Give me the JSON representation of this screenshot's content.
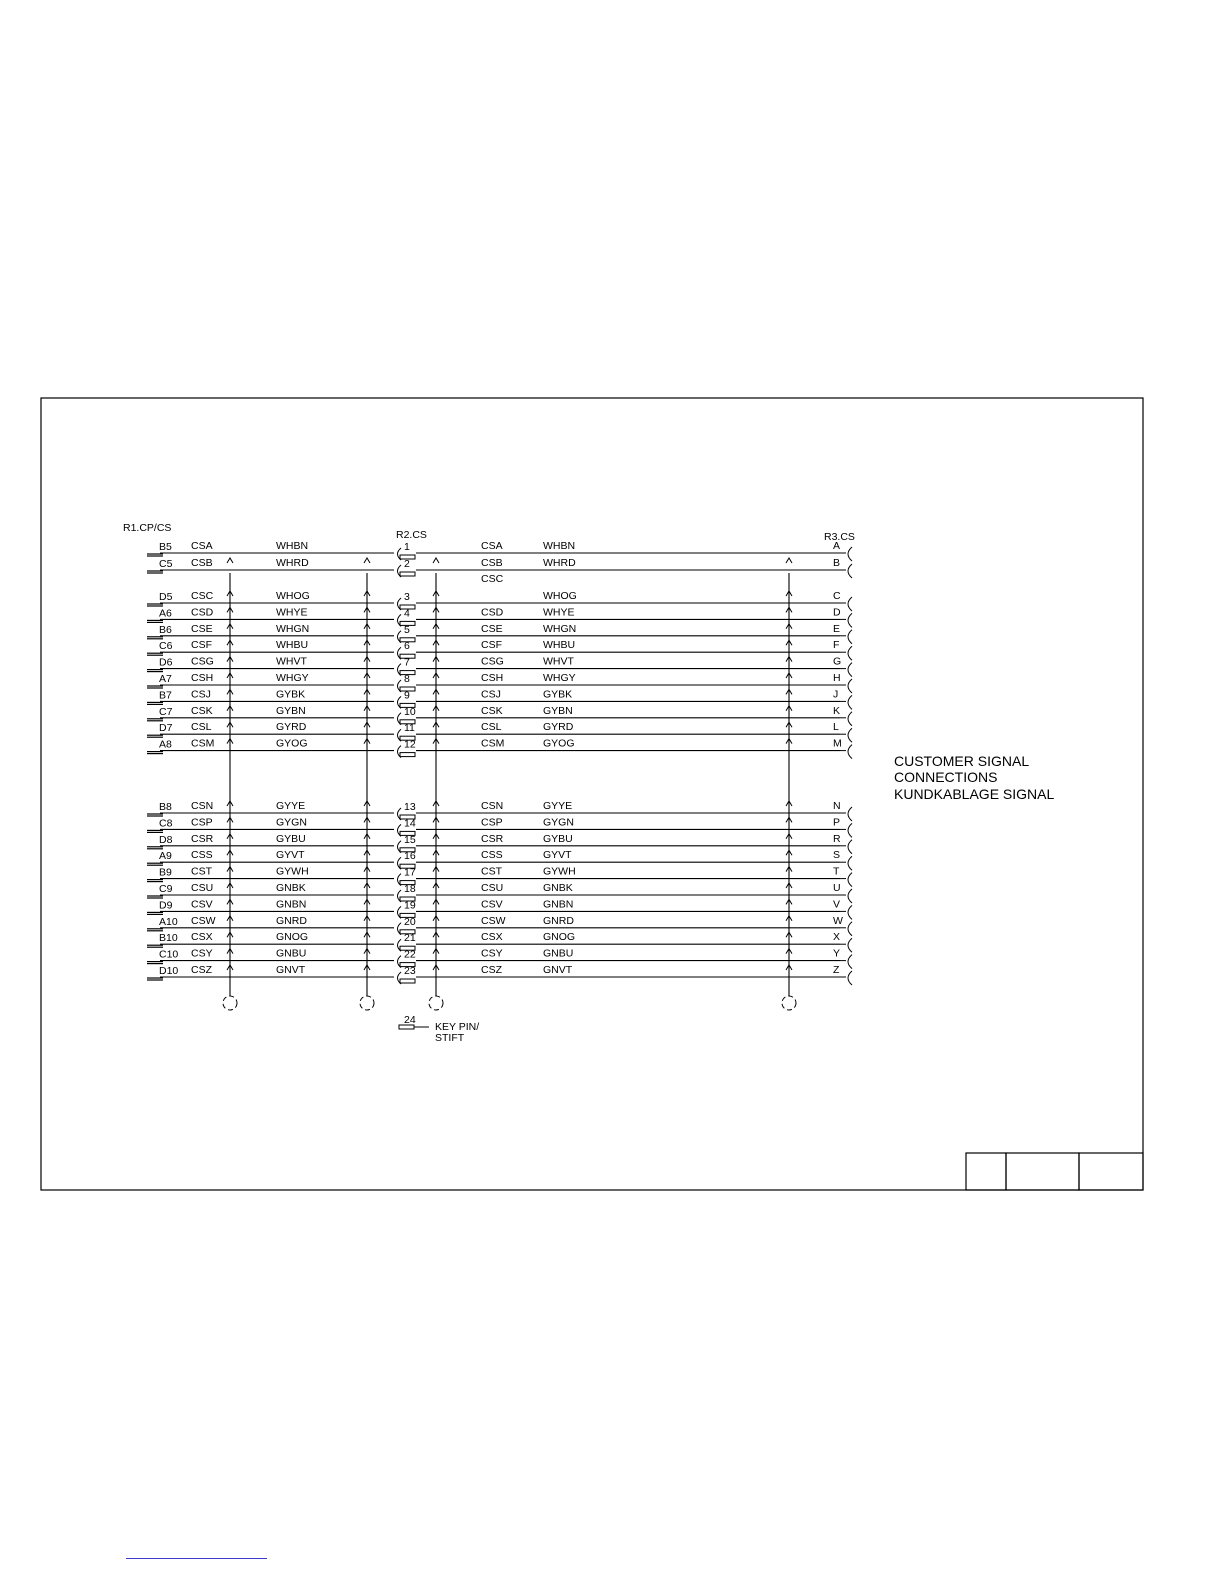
{
  "connectors": {
    "left": "R1.CP/CS",
    "mid": "R2.CS",
    "right": "R3.CS"
  },
  "rows": [
    {
      "r1": "B5",
      "sig": "CSA",
      "color": "WHBN",
      "r2": "1",
      "r2sig": "CSA",
      "r2color": "WHBN",
      "r3": "A"
    },
    {
      "r1": "C5",
      "sig": "CSB",
      "color": "WHRD",
      "r2": "2",
      "r2sig": "CSB",
      "r2color": "WHRD",
      "r3": "B"
    },
    {
      "r1": "D5",
      "sig": "CSC",
      "color": "WHOG",
      "r2": "3",
      "r2sig": "CSC",
      "r2color": "WHOG",
      "r3": "C",
      "r2sig_above": true
    },
    {
      "r1": "A6",
      "sig": "CSD",
      "color": "WHYE",
      "r2": "4",
      "r2sig": "CSD",
      "r2color": "WHYE",
      "r3": "D"
    },
    {
      "r1": "B6",
      "sig": "CSE",
      "color": "WHGN",
      "r2": "5",
      "r2sig": "CSE",
      "r2color": "WHGN",
      "r3": "E"
    },
    {
      "r1": "C6",
      "sig": "CSF",
      "color": "WHBU",
      "r2": "6",
      "r2sig": "CSF",
      "r2color": "WHBU",
      "r3": "F"
    },
    {
      "r1": "D6",
      "sig": "CSG",
      "color": "WHVT",
      "r2": "7",
      "r2sig": "CSG",
      "r2color": "WHVT",
      "r3": "G"
    },
    {
      "r1": "A7",
      "sig": "CSH",
      "color": "WHGY",
      "r2": "8",
      "r2sig": "CSH",
      "r2color": "WHGY",
      "r3": "H"
    },
    {
      "r1": "B7",
      "sig": "CSJ",
      "color": "GYBK",
      "r2": "9",
      "r2sig": "CSJ",
      "r2color": "GYBK",
      "r3": "J"
    },
    {
      "r1": "C7",
      "sig": "CSK",
      "color": "GYBN",
      "r2": "10",
      "r2sig": "CSK",
      "r2color": "GYBN",
      "r3": "K"
    },
    {
      "r1": "D7",
      "sig": "CSL",
      "color": "GYRD",
      "r2": "11",
      "r2sig": "CSL",
      "r2color": "GYRD",
      "r3": "L"
    },
    {
      "r1": "A8",
      "sig": "CSM",
      "color": "GYOG",
      "r2": "12",
      "r2sig": "CSM",
      "r2color": "GYOG",
      "r3": "M"
    },
    {
      "r1": "B8",
      "sig": "CSN",
      "color": "GYYE",
      "r2": "13",
      "r2sig": "CSN",
      "r2color": "GYYE",
      "r3": "N"
    },
    {
      "r1": "C8",
      "sig": "CSP",
      "color": "GYGN",
      "r2": "14",
      "r2sig": "CSP",
      "r2color": "GYGN",
      "r3": "P"
    },
    {
      "r1": "D8",
      "sig": "CSR",
      "color": "GYBU",
      "r2": "15",
      "r2sig": "CSR",
      "r2color": "GYBU",
      "r3": "R"
    },
    {
      "r1": "A9",
      "sig": "CSS",
      "color": "GYVT",
      "r2": "16",
      "r2sig": "CSS",
      "r2color": "GYVT",
      "r3": "S"
    },
    {
      "r1": "B9",
      "sig": "CST",
      "color": "GYWH",
      "r2": "17",
      "r2sig": "CST",
      "r2color": "GYWH",
      "r3": "T"
    },
    {
      "r1": "C9",
      "sig": "CSU",
      "color": "GNBK",
      "r2": "18",
      "r2sig": "CSU",
      "r2color": "GNBK",
      "r3": "U"
    },
    {
      "r1": "D9",
      "sig": "CSV",
      "color": "GNBN",
      "r2": "19",
      "r2sig": "CSV",
      "r2color": "GNBN",
      "r3": "V"
    },
    {
      "r1": "A10",
      "sig": "CSW",
      "color": "GNRD",
      "r2": "20",
      "r2sig": "CSW",
      "r2color": "GNRD",
      "r3": "W"
    },
    {
      "r1": "B10",
      "sig": "CSX",
      "color": "GNOG",
      "r2": "21",
      "r2sig": "CSX",
      "r2color": "GNOG",
      "r3": "X"
    },
    {
      "r1": "C10",
      "sig": "CSY",
      "color": "GNBU",
      "r2": "22",
      "r2sig": "CSY",
      "r2color": "GNBU",
      "r3": "Y"
    },
    {
      "r1": "D10",
      "sig": "CSZ",
      "color": "GNVT",
      "r2": "23",
      "r2sig": "CSZ",
      "r2color": "GNVT",
      "r3": "Z"
    }
  ],
  "key_pin": {
    "number": "24",
    "line1": "KEY PIN/",
    "line2": "STIFT"
  },
  "note": {
    "line1": "CUSTOMER SIGNAL",
    "line2": "CONNECTIONS",
    "line3": "KUNDKABLAGE SIGNAL"
  }
}
